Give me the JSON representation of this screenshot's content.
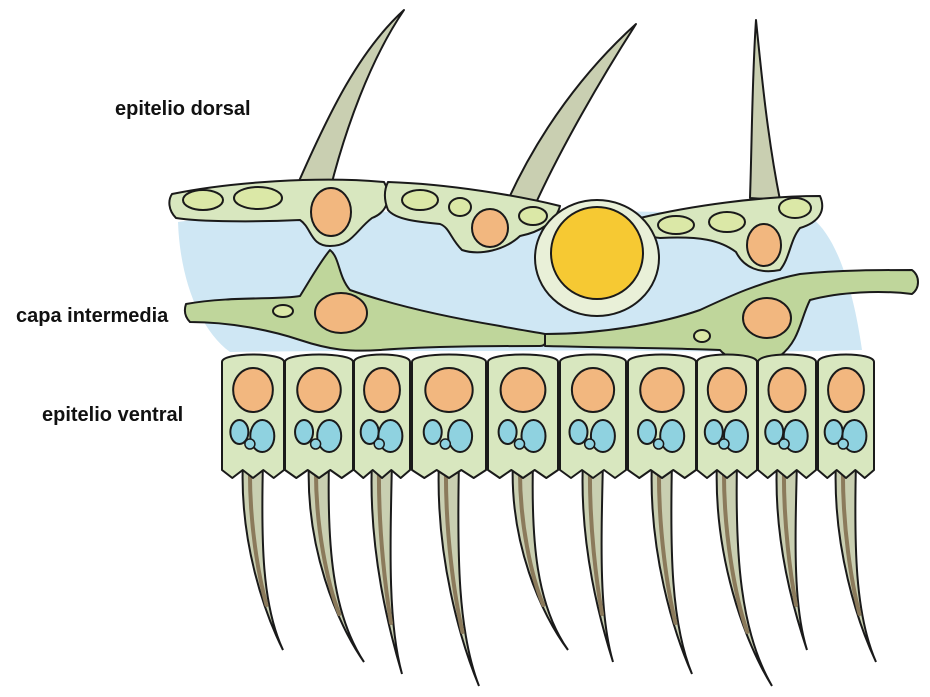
{
  "labels": {
    "dorsal": "epitelio dorsal",
    "intermediate": "capa intermedia",
    "ventral": "epitelio ventral"
  },
  "colors": {
    "lumen": "#cfe7f4",
    "cell": "#d8e7bf",
    "cell_dark": "#9fb27a",
    "nucleus": "#f2b77f",
    "vacuole": "#8fd2e0",
    "vesicle": "#dbe8a7",
    "yolk": "#f6c933",
    "cilium": "#c9cfb1",
    "cilium_core": "#8b7a5b",
    "outline": "#1a1a1a"
  }
}
